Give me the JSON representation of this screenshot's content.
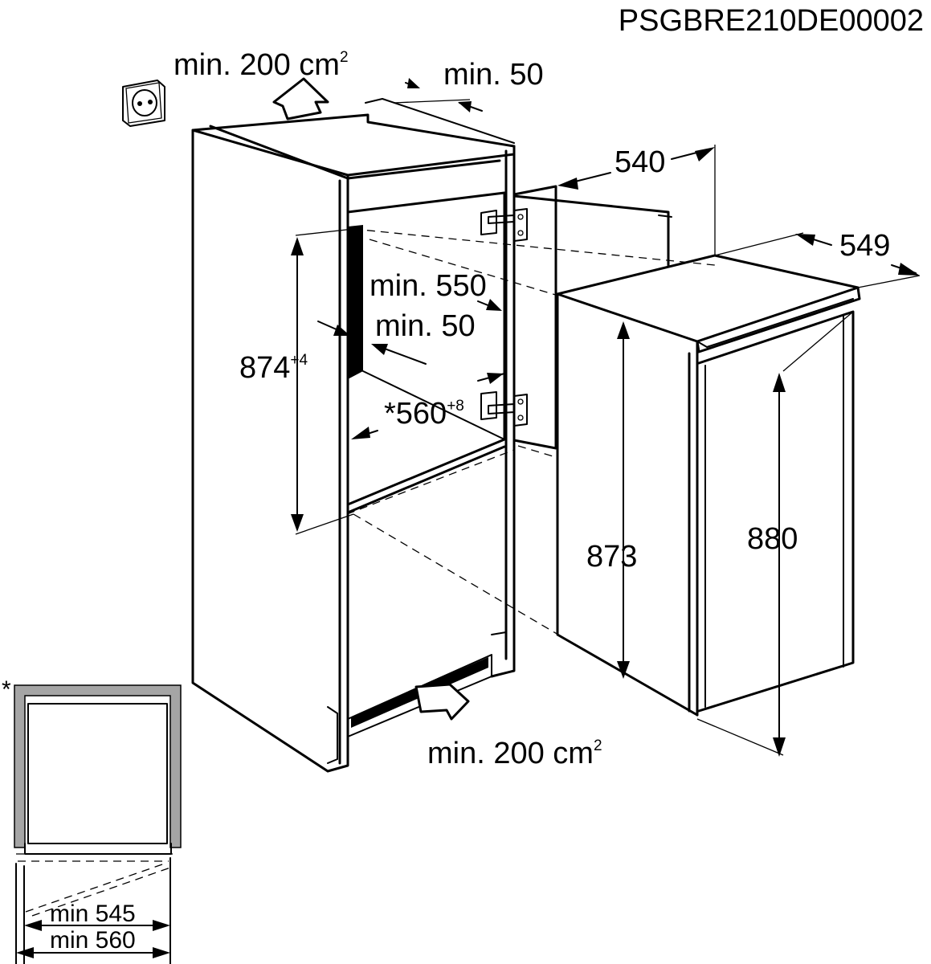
{
  "doc_code": "PSGBRE210DE00002",
  "labels": {
    "vent_top": "min. 200 cm",
    "vent_top_sup": "2",
    "top_gap": "min. 50",
    "width_540": "540",
    "depth_549": "549",
    "min_550": "min. 550",
    "min_50_side": "min. 50",
    "height_874": "874",
    "height_874_tol": "+4",
    "width_560": "*560",
    "width_560_tol": "+8",
    "height_873": "873",
    "height_880": "880",
    "vent_bottom": "min. 200 cm",
    "vent_bottom_sup": "2",
    "asterisk": "*",
    "min_545": "min 545",
    "min_560": "min 560"
  },
  "icons": [
    "power-socket-icon",
    "air-inlet-arrow-icon",
    "air-outlet-arrow-icon"
  ],
  "colors": {
    "line": "#000000",
    "background": "#ffffff",
    "door_edge": "#999999"
  }
}
